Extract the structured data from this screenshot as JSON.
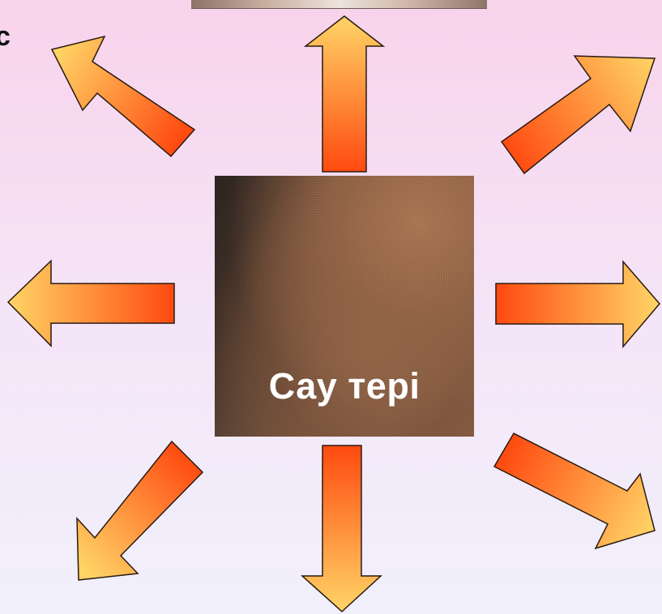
{
  "corner_text": "с",
  "center_label": "Сау тері",
  "arrow_colors": {
    "base": "#ff4a10",
    "tip": "#ffd466",
    "outline": "#2a1a10"
  },
  "arrows": [
    {
      "id": "up"
    },
    {
      "id": "up-right"
    },
    {
      "id": "right"
    },
    {
      "id": "down-right"
    },
    {
      "id": "down"
    },
    {
      "id": "down-left"
    },
    {
      "id": "left"
    },
    {
      "id": "up-left"
    }
  ]
}
